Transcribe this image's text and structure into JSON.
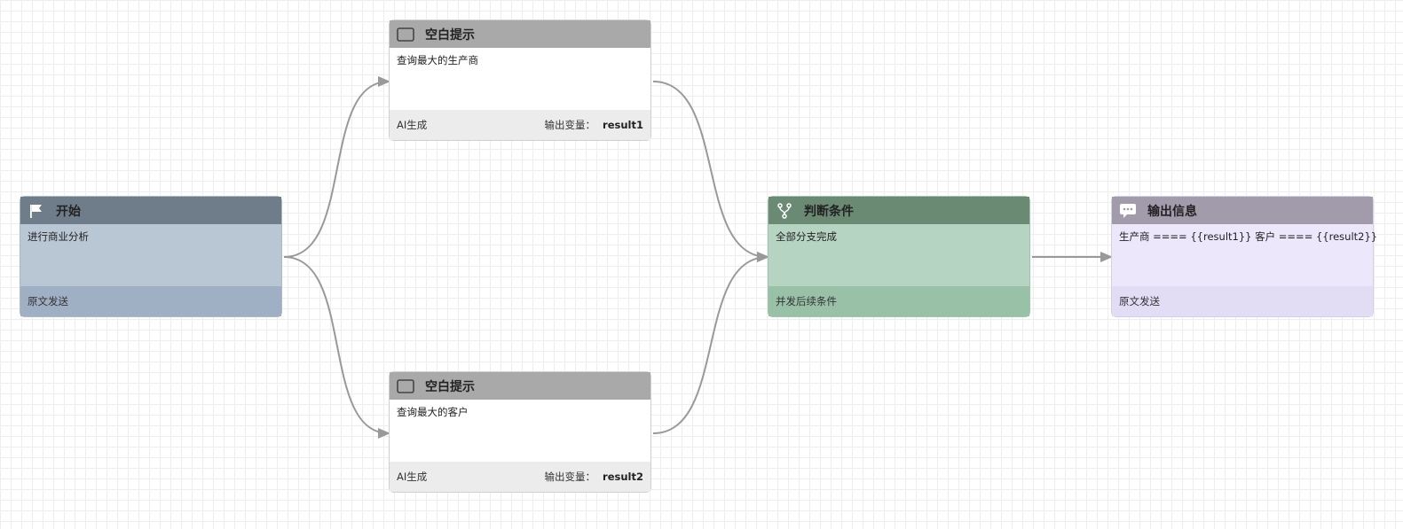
{
  "colors": {
    "edge": "#999999",
    "start_header": "#6f7d8b",
    "prompt_header": "#a9a9a9",
    "condition_header": "#6b8a74",
    "output_header": "#a29bac"
  },
  "nodes": {
    "start": {
      "icon": "flag-icon",
      "title": "开始",
      "body": "进行商业分析",
      "footer": "原文发送"
    },
    "prompt1": {
      "icon": "square-icon",
      "title": "空白提示",
      "body": "查询最大的生产商",
      "footer_left": "AI生成",
      "footer_label": "输出变量：",
      "footer_value": "result1"
    },
    "prompt2": {
      "icon": "square-icon",
      "title": "空白提示",
      "body": "查询最大的客户",
      "footer_left": "AI生成",
      "footer_label": "输出变量：",
      "footer_value": "result2"
    },
    "condition": {
      "icon": "branch-icon",
      "title": "判断条件",
      "body": "全部分支完成",
      "footer": "并发后续条件"
    },
    "output": {
      "icon": "chat-bubble-icon",
      "title": "输出信息",
      "body": "生产商 ==== {{result1}} 客户 ==== {{result2}}",
      "footer": "原文发送"
    }
  }
}
